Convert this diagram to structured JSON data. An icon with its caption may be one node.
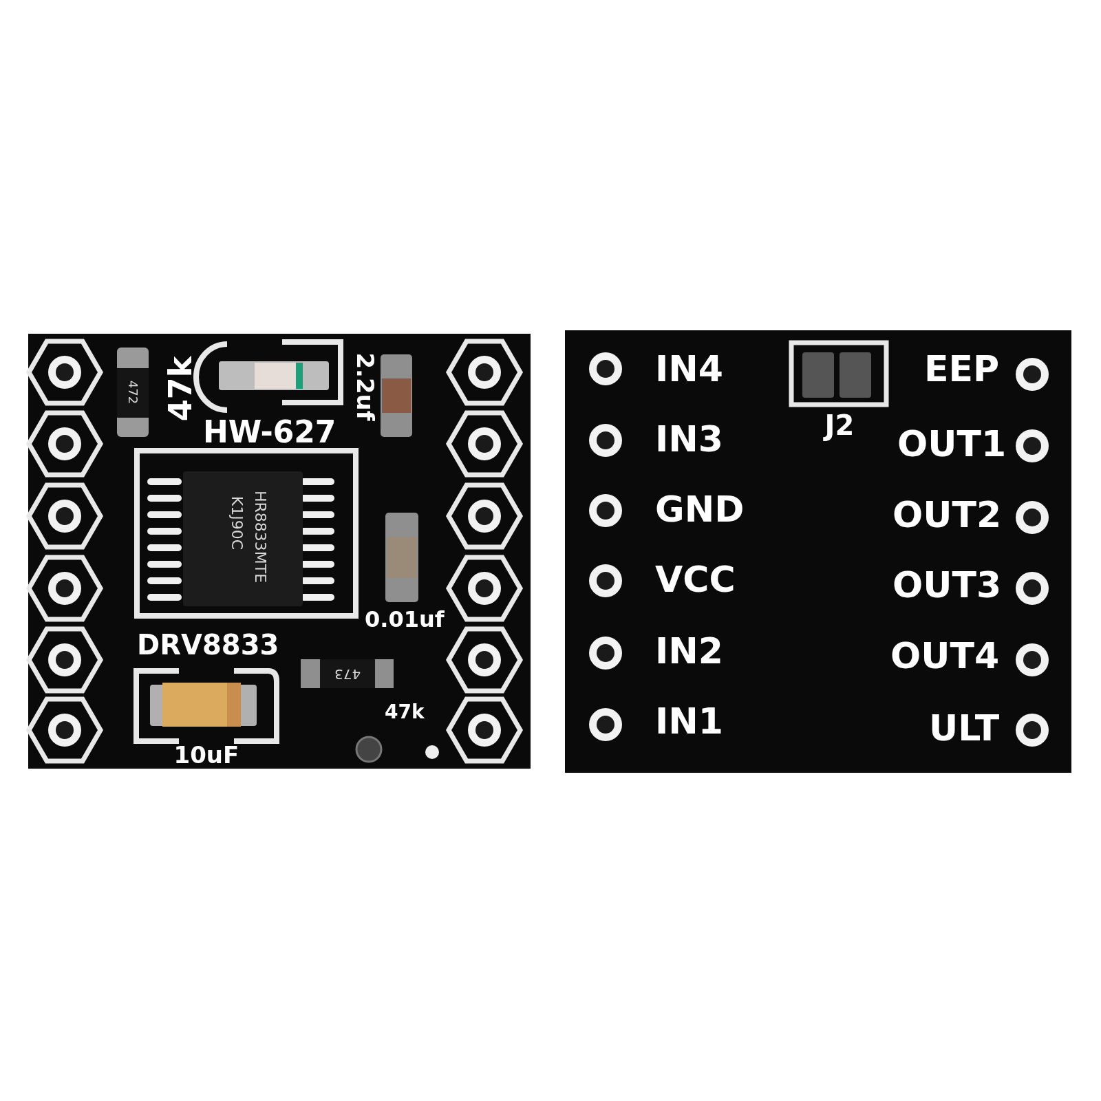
{
  "diagram": {
    "labels": [
      "472",
      "47k",
      "2.2uf",
      "HW-627",
      "K1J90C",
      "HR8833MTE",
      "0.01uf",
      "DRV8833",
      "473",
      "47k",
      "10uF",
      "IN4",
      "J2",
      "EEP",
      "IN3",
      "OUT1",
      "GND",
      "OUT2",
      "VCC",
      "OUT3",
      "IN2",
      "OUT4",
      "IN1",
      "ULT"
    ]
  }
}
